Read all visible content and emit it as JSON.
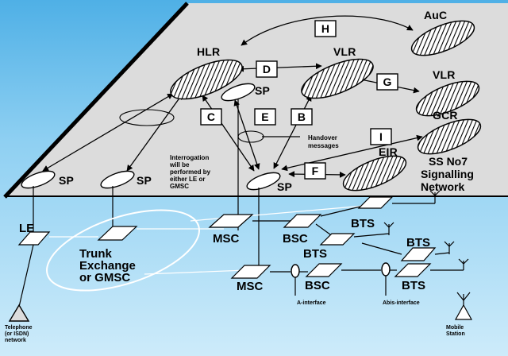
{
  "nodes": {
    "hlr": "HLR",
    "vlr_main": "VLR",
    "vlr_side": "VLR",
    "auc": "AuC",
    "gcr": "GCR",
    "eir": "EIR"
  },
  "signalling_points": {
    "sp_top": "SP",
    "sp_left1": "SP",
    "sp_left2": "SP",
    "sp_center": "SP"
  },
  "interfaces": [
    "H",
    "D",
    "G",
    "C",
    "E",
    "B",
    "I",
    "F"
  ],
  "notes": {
    "handover": [
      "Handover",
      "messages"
    ],
    "interrogation": [
      "Interrogation",
      "will be",
      "performed by",
      "either LE or",
      "GMSC"
    ]
  },
  "network_label": [
    "SS No7",
    "Signalling",
    "Network"
  ],
  "ground": {
    "le": "LE",
    "trunk": [
      "Trunk",
      "Exchange",
      "or GMSC"
    ],
    "msc_top": "MSC",
    "msc_bottom": "MSC",
    "bsc_top": "BSC",
    "bsc_bottom": "BSC",
    "bts_1": "BTS",
    "bts_2": "BTS",
    "bts_3": "BTS",
    "bts_4": "BTS",
    "a_interface": "A-interface",
    "abis_interface": "Abis-interface",
    "telephone": [
      "Telephone",
      "(or ISDN)",
      "network"
    ],
    "mobile": [
      "Mobile",
      "Station"
    ]
  }
}
